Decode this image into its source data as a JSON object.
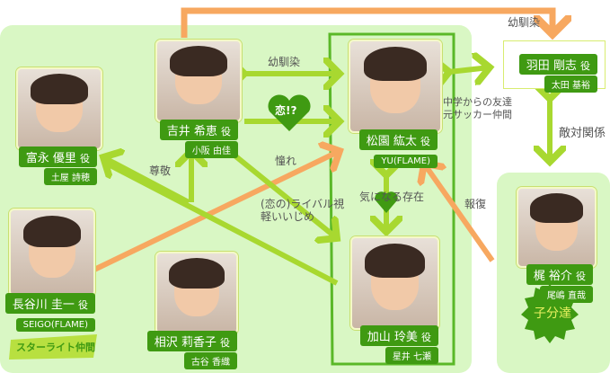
{
  "characters": [
    {
      "role": "富永 優里",
      "suffix": "役",
      "actor": "土屋 詩穂"
    },
    {
      "role": "吉井 希恵",
      "suffix": "役",
      "actor": "小阪 由佳"
    },
    {
      "role": "松園 紘太",
      "suffix": "役",
      "actor": "YU(FLAME)"
    },
    {
      "role": "羽田 剛志",
      "suffix": "役",
      "actor": "太田 基裕"
    },
    {
      "role": "梶 裕介",
      "suffix": "役",
      "actor": "尾嶋 直哉"
    },
    {
      "role": "長谷川 圭一",
      "suffix": "役",
      "actor": "SEIGO(FLAME)"
    },
    {
      "role": "相沢 莉香子",
      "suffix": "役",
      "actor": "古谷 香織"
    },
    {
      "role": "加山 玲美",
      "suffix": "役",
      "actor": "星井 七瀬"
    }
  ],
  "relations": {
    "childhood_top": "幼馴染",
    "childhood_mid": "幼馴染",
    "love": "恋!?",
    "admire": "憧れ",
    "respect": "尊敬",
    "rival1": "(恋の)ライバル視",
    "rival2": "軽いいじめ",
    "interest": "気になる存在",
    "revenge": "報復",
    "friends1": "中学からの友達",
    "friends2": "元サッカー仲間",
    "enemy": "敵対関係"
  },
  "groups": {
    "starlight": "スターライト仲間",
    "henchmen": "子分達"
  }
}
